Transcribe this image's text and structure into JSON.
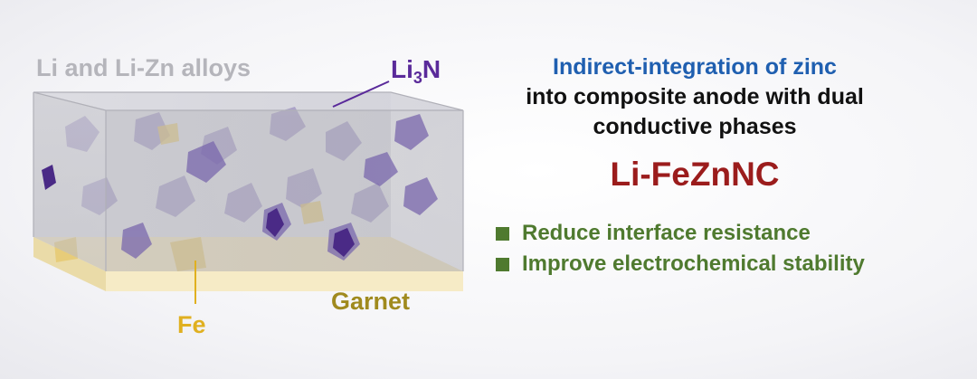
{
  "diagram": {
    "label_li_alloys": "Li and Li-Zn alloys",
    "label_li3n_base": "Li",
    "label_li3n_sub": "3",
    "label_li3n_tail": "N",
    "label_fe": "Fe",
    "label_garnet": "Garnet"
  },
  "headline": {
    "line1": "Indirect-integration of zinc",
    "line2": "into composite anode with dual",
    "line3": "conductive phases"
  },
  "product_name": "Li-FeZnNC",
  "benefits": [
    "Reduce interface resistance",
    "Improve electrochemical stability"
  ],
  "colors": {
    "headline_blue": "#1f5fb0",
    "product_red": "#9b1c1c",
    "benefit_green": "#4f7a2f",
    "li3n_purple": "#5a2a9a",
    "fe_yellow": "#e0b020",
    "garnet_olive": "#a08a1e"
  }
}
